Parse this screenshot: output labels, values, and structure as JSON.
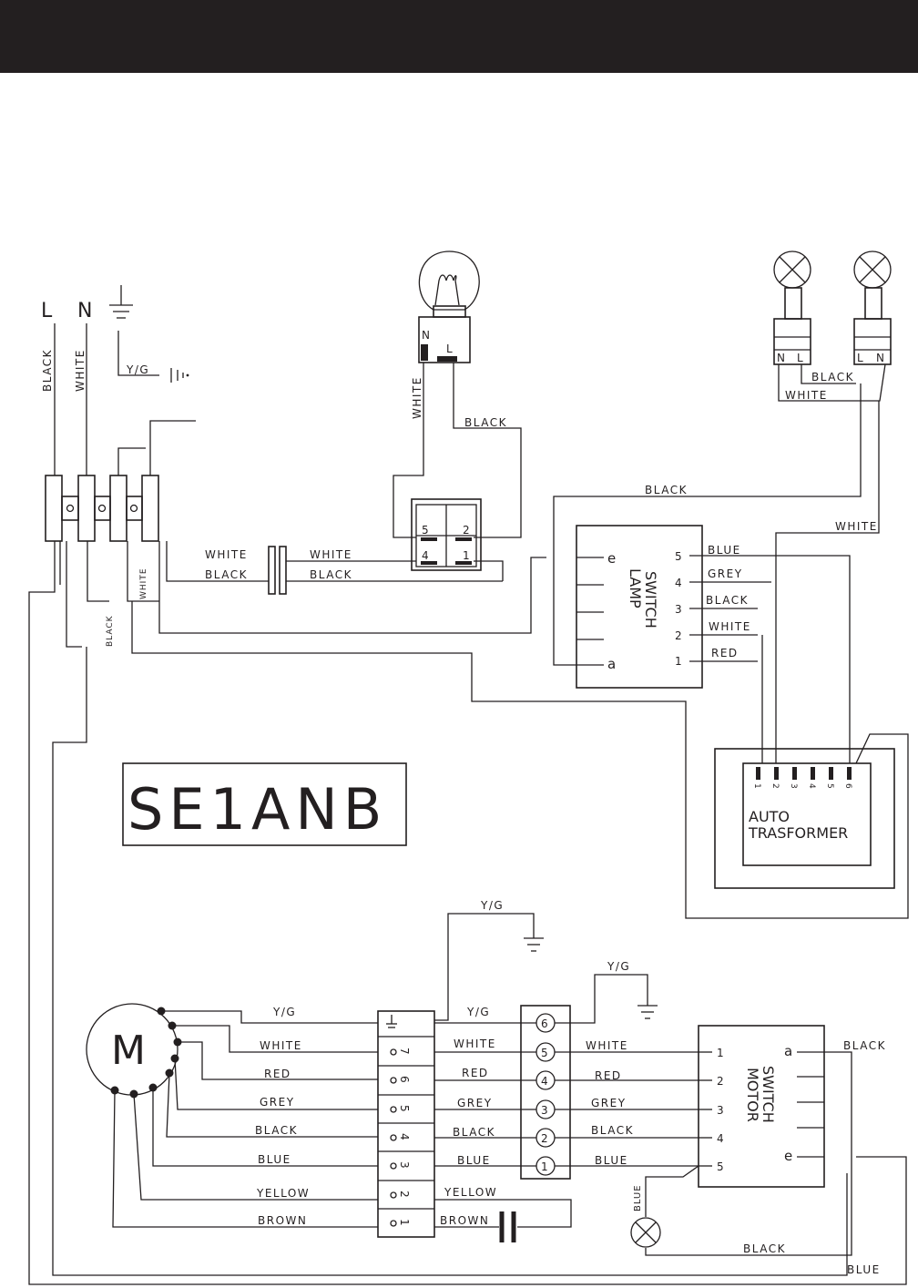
{
  "model": "SE1ANB",
  "mains": {
    "line": "L",
    "neutral": "N",
    "line_wire": "BLACK",
    "neutral_wire": "WHITE",
    "earth_wire": "Y/G"
  },
  "wire_colors": {
    "white": "WHITE",
    "black": "BLACK",
    "blue": "BLUE",
    "grey": "GREY",
    "red": "RED",
    "yellow": "YELLOW",
    "brown": "BROWN",
    "yg": "Y/G"
  },
  "bulb_socket": {
    "n": "N",
    "l": "L"
  },
  "halogen_sockets": {
    "n1": "N",
    "l1": "L",
    "l2": "L",
    "n2": "N"
  },
  "lamp_switch": {
    "title_1": "SWITCH",
    "title_2": "LAMP",
    "e": "e",
    "a": "a",
    "pins": [
      "5",
      "4",
      "3",
      "2",
      "1"
    ]
  },
  "light_switch_pins": [
    "5",
    "2",
    "4",
    "1"
  ],
  "auto_transformer": {
    "line1": "AUTO",
    "line2": "TRASFORMER",
    "taps": [
      "1",
      "2",
      "3",
      "4",
      "5",
      "6"
    ]
  },
  "motor": {
    "symbol": "M"
  },
  "motor_terminal": {
    "pins": [
      "7",
      "6",
      "5",
      "4",
      "3",
      "2",
      "1"
    ]
  },
  "connector_pins": [
    "6",
    "5",
    "4",
    "3",
    "2",
    "1"
  ],
  "motor_switch": {
    "title_1": "SWITCH",
    "title_2": "MOTOR",
    "a": "a",
    "e": "e",
    "pins": [
      "1",
      "2",
      "3",
      "4",
      "5"
    ]
  }
}
